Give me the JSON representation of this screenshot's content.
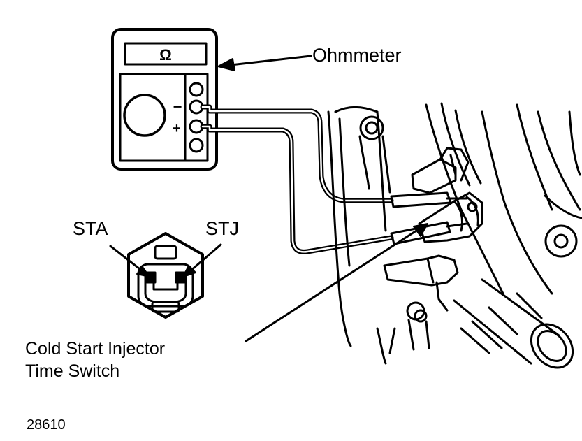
{
  "labels": {
    "ohmmeter": "Ohmmeter",
    "sta": "STA",
    "stj": "STJ",
    "caption_line1": "Cold Start Injector",
    "caption_line2": "Time Switch",
    "minus": "−",
    "plus": "+",
    "display_symbol": "Ω"
  },
  "figure_number": "28610",
  "colors": {
    "ink": "#000000",
    "paper": "#ffffff"
  }
}
